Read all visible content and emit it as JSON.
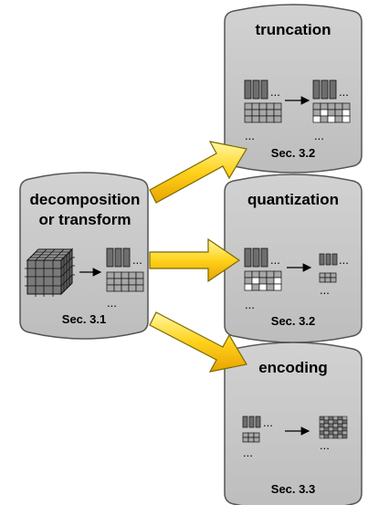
{
  "colors": {
    "panel_fill": "#c9c9c9",
    "panel_stroke": "#555555",
    "block_dark": "#6e6e6e",
    "block_mid": "#a8a8a8",
    "block_light": "#ffffff",
    "arrow_light": "#fff27a",
    "arrow_dark": "#e6a800",
    "arrow_stroke": "#7a6a00"
  },
  "source": {
    "title_line1": "decomposition",
    "title_line2": "or transform",
    "section": "Sec. 3.1",
    "ellipsis_top": "...",
    "ellipsis_bottom": "..."
  },
  "stages": [
    {
      "title": "truncation",
      "section": "Sec. 3.2",
      "ellipsis": "..."
    },
    {
      "title": "quantization",
      "section": "Sec. 3.2",
      "ellipsis": "..."
    },
    {
      "title": "encoding",
      "section": "Sec. 3.3",
      "ellipsis": "..."
    }
  ]
}
